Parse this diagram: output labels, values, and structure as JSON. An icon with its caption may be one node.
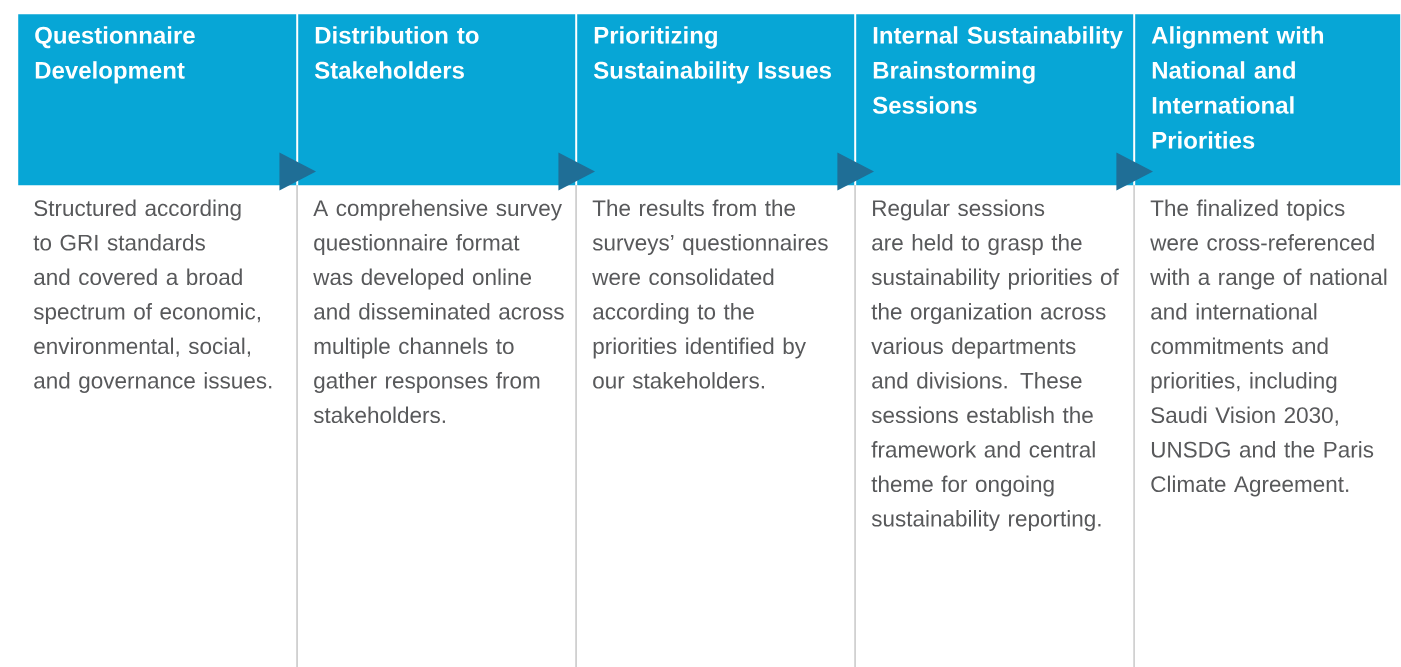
{
  "diagram": {
    "nodes": [
      {
        "text": [
          "Questionnaire Development",
          "Structured according to GRI standards and covered a broad spectrum of economic, environmental, social, and governance issues."
        ]
      },
      {
        "text": [
          "Distribution to Stakeholders",
          "A comprehensive survey questionnaire format was developed online and disseminated across multiple channels to gather responses from stakeholders."
        ]
      },
      {
        "text": [
          "Prioritizing Sustainability Issues",
          "The results from the surveys’ questionnaires were consolidated according to the priorities identified by our stakeholders."
        ]
      },
      {
        "text": [
          "Internal Sustainability Brainstorming Sessions",
          "Regular sessions are held to grasp the sustainability priorities of the organization across various departments and divisions. These sessions establish the framework and central theme for ongoing sustainability reporting."
        ]
      },
      {
        "text": [
          "Alignment with National and International Priorities",
          "The finalized topics were cross-referenced with a range of national and international commitments and priorities, including Saudi Vision 2030, UNSDG and the Paris Climate Agreement."
        ]
      }
    ],
    "edges": [
      {
        "from": 0,
        "to": 1,
        "arrow": "to"
      },
      {
        "from": 1,
        "to": 2,
        "arrow": "to"
      },
      {
        "from": 2,
        "to": 3,
        "arrow": "to"
      },
      {
        "from": 3,
        "to": 4,
        "arrow": "to"
      }
    ]
  }
}
